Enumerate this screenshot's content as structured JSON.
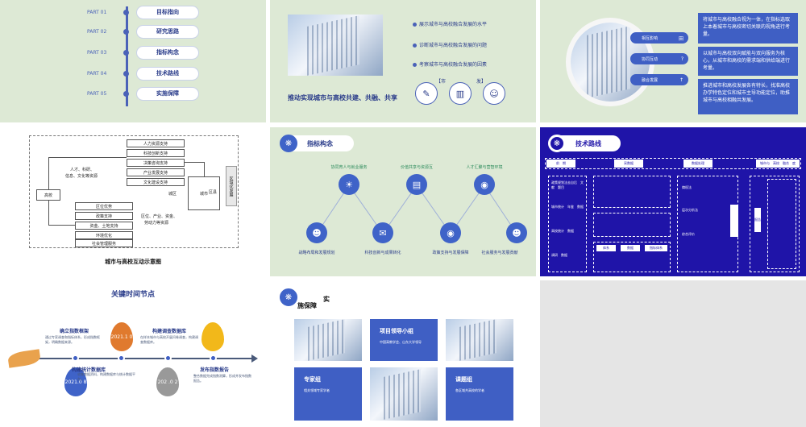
{
  "slide1": {
    "items": [
      {
        "part": "PART   01",
        "label": "目标指向"
      },
      {
        "part": "PART   02",
        "label": "研究思路"
      },
      {
        "part": "PART   03",
        "label": "指标构念"
      },
      {
        "part": "PART   04",
        "label": "技术路线"
      },
      {
        "part": "PART   05",
        "label": "实施保障"
      }
    ]
  },
  "slide2": {
    "caption": "推动实现城市与高校共建、共融、共享",
    "bullets": [
      "展示城市与高校融合发展的水平",
      "诊断城市与高校融合发展的问题",
      "考察城市与高校融合发展的因素"
    ],
    "small_labels": [
      "【市",
      "发】"
    ]
  },
  "slide3": {
    "tags": [
      {
        "label": "相互影响",
        "sym": "田"
      },
      {
        "label": "协同互动",
        "sym": "?"
      },
      {
        "label": "融合发展",
        "sym": "↑"
      }
    ],
    "boxes": [
      "将城市与高校融合视为一体，在指标选取上本着城市与高校密切关联的视角进行考量。",
      "以城市与高校双向赋能与双向服务为核心，从城市和高校的需求端和供给端进行考量。",
      "推进城市和高校发展各有特长，找准高校办学特色定位和城市主导功能定位，助推城市与高校相融共发展。"
    ]
  },
  "slide4": {
    "caption": "城市与高校互动示意图",
    "top_boxes": [
      "人力资源支持",
      "科技创新支持",
      "决策咨询支持",
      "产业发展支持",
      "文化建设支持"
    ],
    "bottom_boxes": [
      "区位优势",
      "政策支持",
      "资金、土地支持",
      "环境优化",
      "社会管理服务"
    ],
    "left_label": "高校",
    "right_side": "区域化发展",
    "upper_note_1": "人才、科研、",
    "upper_note_2": "信息、文化等资源",
    "lower_note_1": "区位、产业、资金、",
    "lower_note_2": "劳动力等资源",
    "inner_label_1": "城区",
    "inner_label_2": "城市",
    "inner_label_3": "区县"
  },
  "slide5": {
    "title": "指标构念",
    "top_labels": [
      "协同育人与就业服务",
      "价值共享与资源互",
      "人才汇聚与营智环境"
    ],
    "bottom_labels": [
      "战略布局和发展规划",
      "科技创新与成果转化",
      "政策支持与发展保障",
      "社会服务与发展贡献"
    ]
  },
  "slide6": {
    "title": "技术路线",
    "header_cells": [
      "前　期",
      "采数据",
      "数据处理",
      "城市与　高校　融合　度"
    ],
    "col1": [
      "政策规划法去自后　文献　题目",
      "城市统计　年鉴　数据",
      "高校统计　数据",
      "调研　数据"
    ],
    "col2": [
      "体系",
      "数据",
      "指标体系"
    ],
    "col3": [
      "熵权法",
      "层次分析法",
      "综合评价"
    ],
    "col4": [
      "报告"
    ]
  },
  "slide7": {
    "title": "关键时间节点",
    "events": [
      {
        "title": "确立指数框架",
        "text": "通过专家调查和指标体系，形成指数框架，明确数据来源。"
      },
      {
        "title": "构建统计数据库",
        "text": "收集数据资料，构建数据库与统计数据平台。"
      },
      {
        "title": "构建调查数据库",
        "text": "在样本城市与高校开展问卷调查，构建调查数据库。"
      },
      {
        "title": "发布指数报告",
        "text": "整合数据完成指数测算，形成并发布指数报告。"
      }
    ],
    "drops": [
      "2021.1 0",
      "2021.0 8",
      "202 .0 2"
    ]
  },
  "slide8": {
    "title_a": "实",
    "title_b": "施保障",
    "boxes": [
      {
        "h": "项目领导小组",
        "b": "中国高教学会、山东大学领导"
      },
      {
        "h": "专家组",
        "b": "相关领域专家学者"
      },
      {
        "h": "课题组",
        "b": "各区域共高校的学者"
      }
    ]
  }
}
